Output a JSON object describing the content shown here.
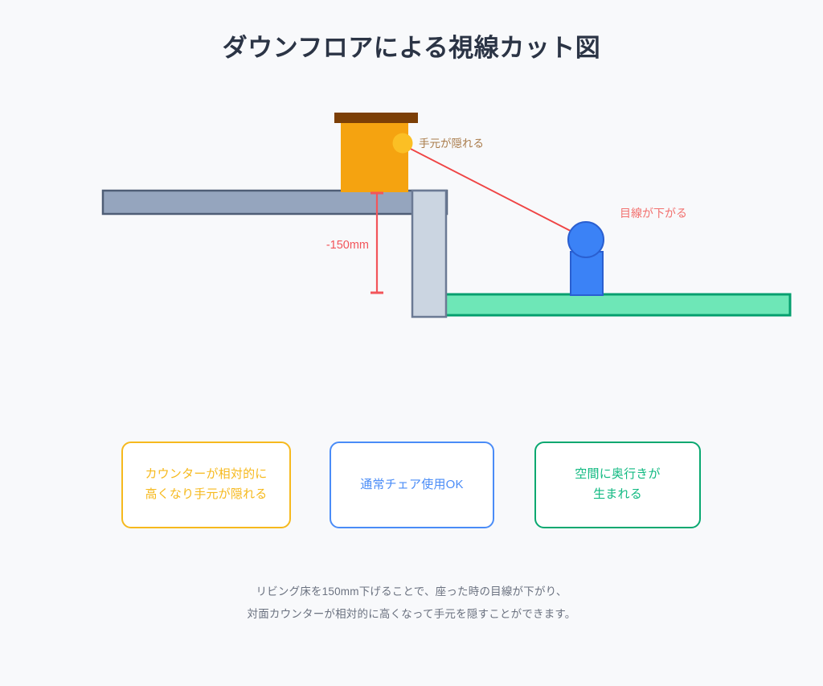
{
  "page": {
    "background_color": "#F8F9FB",
    "title": "ダウンフロアによる視線カット図"
  },
  "diagram": {
    "dimension_label": "-150mm",
    "dimension_color": "#F2555A",
    "annotations": [
      {
        "name": "hand-hidden",
        "text": "手元が隠れる",
        "color": "#A97B4A"
      },
      {
        "name": "eye-level-drops",
        "text": "目線が下がる",
        "color": "#F2716F"
      }
    ],
    "elements": {
      "counter_body_color": "#F5A310",
      "counter_top_color": "#7C3F06",
      "upper_floor_color": "#95A5BE",
      "upper_floor_border": "#4F5E76",
      "step_wall_color": "#CBD5E1",
      "step_wall_border": "#6B7A94",
      "lower_floor_color": "#6EE7B7",
      "lower_floor_border": "#059F6E",
      "person_color": "#3B82F6",
      "person_border": "#2A5FD0",
      "sight_line_color": "#EF4444",
      "hand_marker_color": "#FBBF24"
    }
  },
  "boxes": [
    {
      "name": "counter-relatively-higher",
      "text": "カウンターが相対的に\n高くなり手元が隠れる",
      "color": "#F6B91D",
      "border_color": "#F6B91D"
    },
    {
      "name": "normal-chair-ok",
      "text": "通常チェア使用OK",
      "color": "#4A8CF7",
      "border_color": "#4A8CF7"
    },
    {
      "name": "spatial-depth",
      "text": "空間に奥行きが\n生まれる",
      "color": "#10B981",
      "border_color": "#08A870"
    }
  ],
  "caption": {
    "text": "リビング床を150mm下げることで、座った時の目線が下がり、\n対面カウンターが相対的に高くなって手元を隠すことができます。"
  }
}
